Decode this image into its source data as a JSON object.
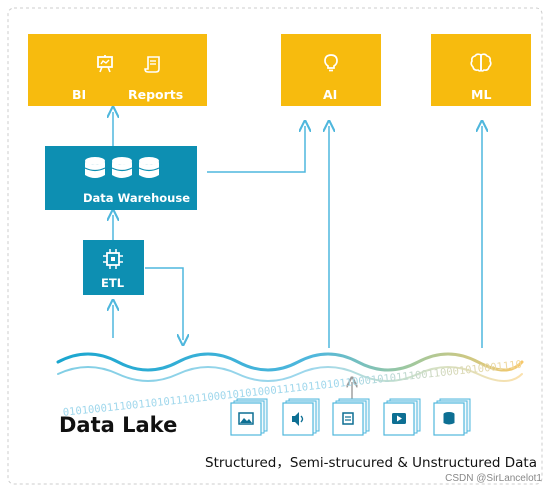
{
  "boxes": {
    "bi": "BI",
    "reports": "Reports",
    "ai": "AI",
    "ml": "ML",
    "warehouse": "Data Warehouse",
    "etl": "ETL"
  },
  "lake": {
    "title": "Data Lake",
    "binary": "0101000111001101011101100010101000111101101011000101011100110001010001110",
    "types_label": "Structured，Semi-strucured & Unstructured Data"
  },
  "watermark": "CSDN @SirLancelot1",
  "colors": {
    "yellow": "#f7bb0e",
    "teal": "#0d8fb2",
    "arrow": "#4fb7dd"
  },
  "data_type_icons": [
    "image-icon",
    "audio-icon",
    "document-icon",
    "video-icon",
    "database-icon"
  ]
}
